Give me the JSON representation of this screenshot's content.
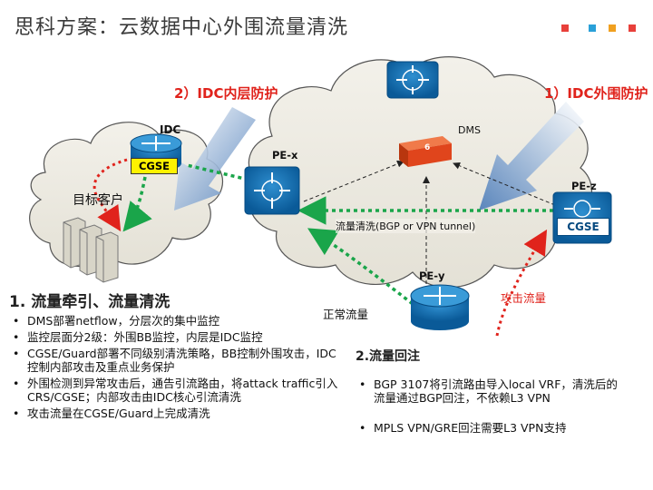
{
  "header": {
    "title": "思科方案：云数据中心外围流量清洗",
    "accent_squares": [
      "#e8403a",
      "#2aa0d8",
      "#f0a020",
      "#e8403a"
    ]
  },
  "diagram": {
    "label_idc_inner": "2）IDC内层防护",
    "label_idc_outer": "1）IDC外围防护",
    "label_idc": "IDC",
    "label_cgse_left": "CGSE",
    "label_target_customer": "目标客户",
    "label_pe_x": "PE-x",
    "label_pe_z": "PE-z",
    "label_pe_y": "PE-y",
    "label_dms": "DMS",
    "label_dms_device": "6",
    "label_cgse_right": "CGSE",
    "label_cleaning": "流量清洗(BGP or VPN tunnel)",
    "label_normal_traffic": "正常流量",
    "label_attack_traffic": "攻击流量"
  },
  "section1": {
    "heading": "1. 流量牵引、流量清洗",
    "bullets": [
      "DMS部署netflow，分层次的集中监控",
      "监控层面分2级：外围BB监控，内层是IDC监控",
      "CGSE/Guard部署不同级别清洗策略，BB控制外围攻击，IDC控制内部攻击及重点业务保护",
      "外围检测到异常攻击后，通告引流路由，将attack traffic引入CRS/CGSE；内部攻击由IDC核心引流清洗",
      "攻击流量在CGSE/Guard上完成清洗"
    ]
  },
  "section2": {
    "heading": "2.流量回注",
    "bullets": [
      "BGP 3107将引流路由导入local VRF，清洗后的流量通过BGP回注，不依赖L3 VPN",
      "MPLS VPN/GRE回注需要L3 VPN支持"
    ]
  }
}
